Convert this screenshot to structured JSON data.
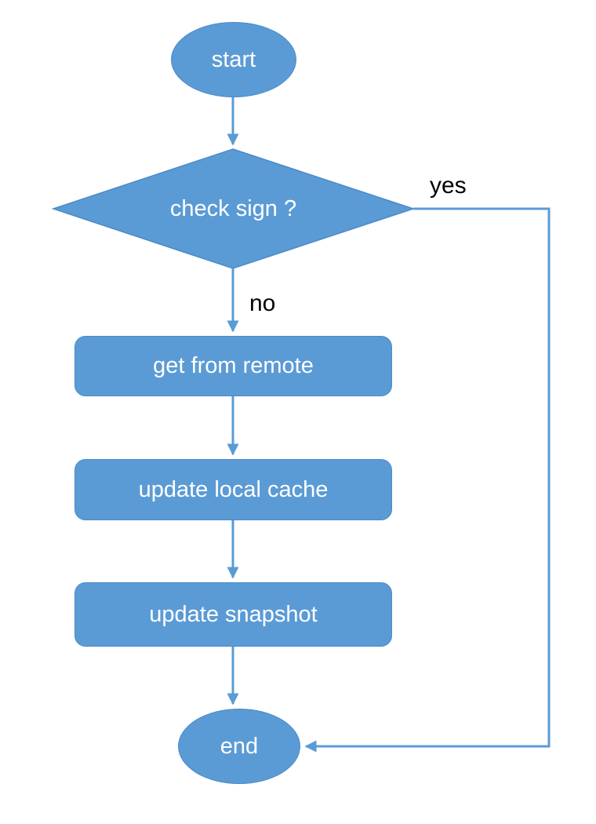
{
  "diagram": {
    "type": "flowchart",
    "nodes": {
      "start": {
        "label": "start",
        "shape": "ellipse"
      },
      "check": {
        "label": "check sign ?",
        "shape": "decision"
      },
      "remote": {
        "label": "get from remote",
        "shape": "process"
      },
      "cache": {
        "label": "update local cache",
        "shape": "process"
      },
      "snapshot": {
        "label": "update snapshot",
        "shape": "process"
      },
      "end": {
        "label": "end",
        "shape": "ellipse"
      }
    },
    "edges": {
      "yes": {
        "label": "yes",
        "from": "check",
        "to": "end"
      },
      "no": {
        "label": "no",
        "from": "check",
        "to": "remote"
      }
    },
    "colors": {
      "shape_fill": "#5B9BD5",
      "shape_border": "#4A8AC9",
      "arrow": "#5B9BD5",
      "text_in_shape": "#FFFFFF",
      "edge_label_text": "#000000",
      "background": "#FFFFFF"
    }
  }
}
